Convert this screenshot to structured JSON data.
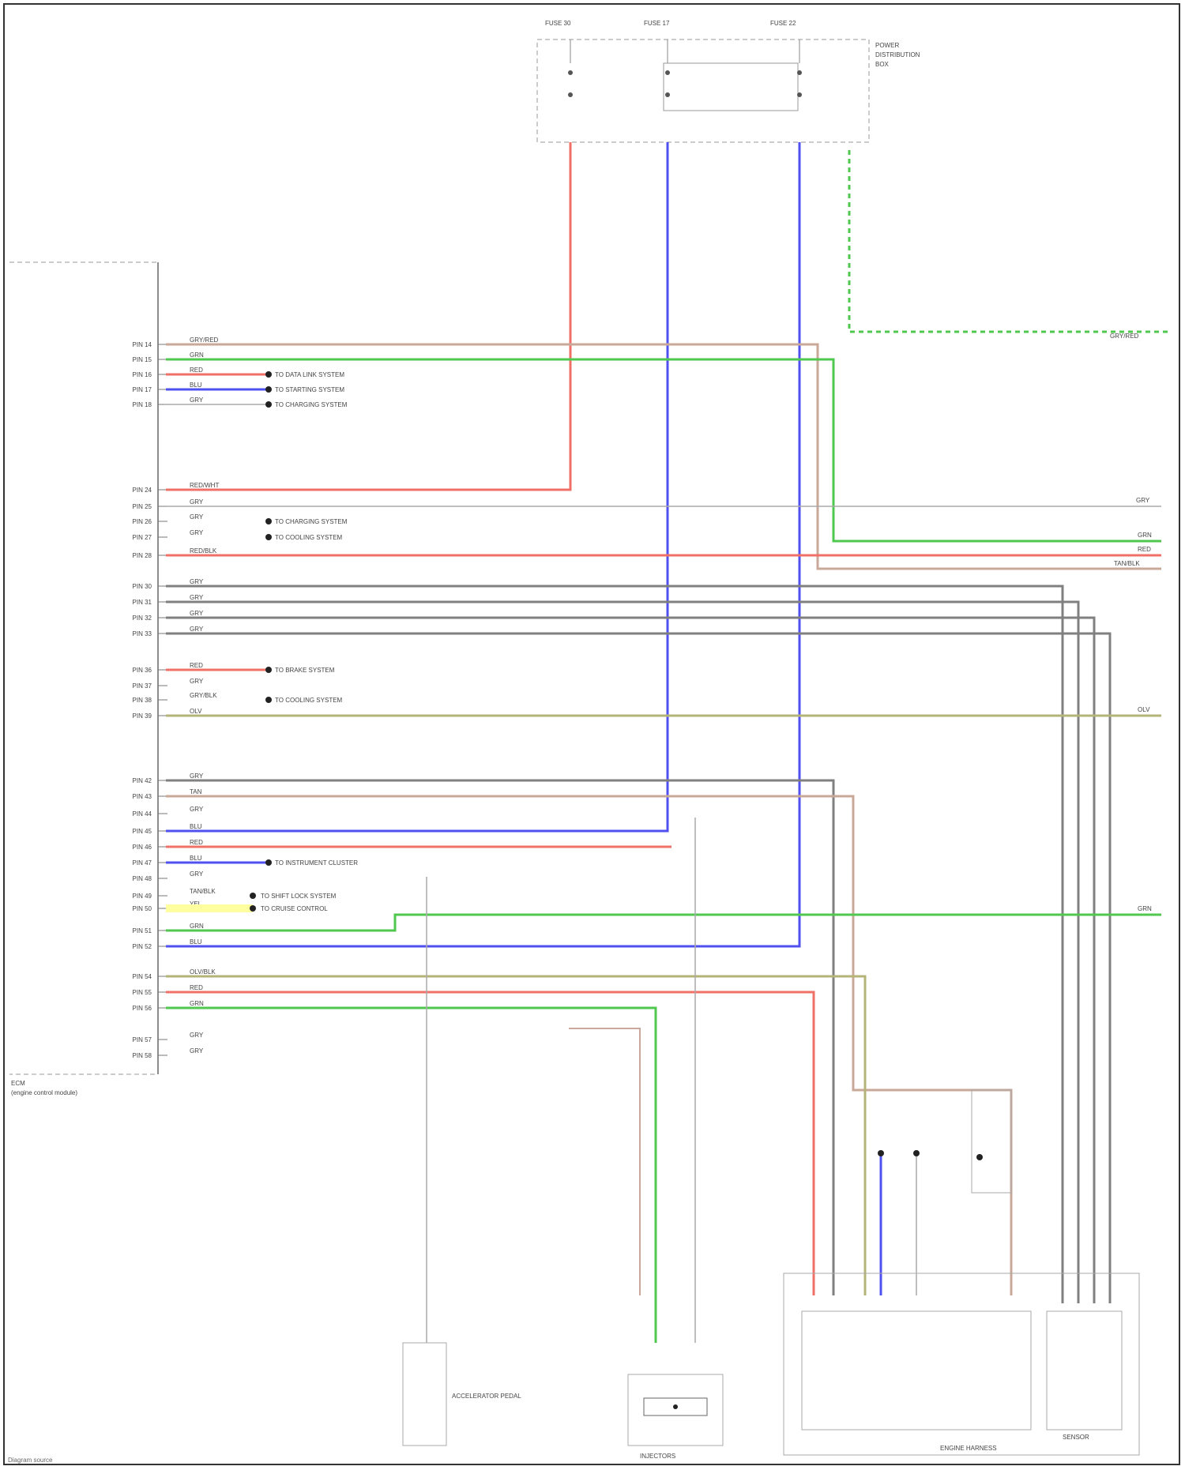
{
  "colors": {
    "red": "#f07068",
    "blue": "#5050f0",
    "green": "#50c850",
    "gray": "#808080",
    "tan": "#c8a898",
    "olive": "#b4b478",
    "yellow_highlight": "#ffffa0",
    "frame": "#333333"
  },
  "ground_symbol": "ground-symbol",
  "footer": {
    "credit": "Diagram source"
  },
  "module": {
    "box_label": [
      "ECM",
      "(engine control module)"
    ]
  },
  "fuse_block": {
    "tops": [
      "FUSE 30",
      "FUSE 17",
      "FUSE 22"
    ],
    "box_label": [
      "POWER",
      "DISTRIBUTION",
      "BOX"
    ]
  },
  "connectors": {
    "accelerator": "ACCELERATOR PEDAL",
    "injectors": "INJECTORS",
    "engine": "ENGINE HARNESS",
    "sensor": "SENSOR"
  },
  "pins": [
    {
      "label": "PIN 14",
      "wire": "GRY/RED"
    },
    {
      "label": "PIN 15",
      "wire": "GRN"
    },
    {
      "label": "PIN 16",
      "wire": "RED"
    },
    {
      "label": "PIN 17",
      "wire": "BLU"
    },
    {
      "label": "PIN 18",
      "wire": "GRY"
    },
    {
      "label": "PIN 24",
      "wire": "RED/WHT"
    },
    {
      "label": "PIN 25",
      "wire": "GRY"
    },
    {
      "label": "PIN 26",
      "wire": "GRY"
    },
    {
      "label": "PIN 27",
      "wire": "GRY"
    },
    {
      "label": "PIN 28",
      "wire": "RED/BLK"
    },
    {
      "label": "PIN 30",
      "wire": "GRY"
    },
    {
      "label": "PIN 31",
      "wire": "GRY"
    },
    {
      "label": "PIN 32",
      "wire": "GRY"
    },
    {
      "label": "PIN 33",
      "wire": "GRY"
    },
    {
      "label": "PIN 36",
      "wire": "RED"
    },
    {
      "label": "PIN 37",
      "wire": "GRY"
    },
    {
      "label": "PIN 38",
      "wire": "GRY/BLK"
    },
    {
      "label": "PIN 39",
      "wire": "OLV"
    },
    {
      "label": "PIN 42",
      "wire": "GRY"
    },
    {
      "label": "PIN 43",
      "wire": "TAN"
    },
    {
      "label": "PIN 44",
      "wire": "GRY"
    },
    {
      "label": "PIN 45",
      "wire": "BLU"
    },
    {
      "label": "PIN 46",
      "wire": "RED"
    },
    {
      "label": "PIN 47",
      "wire": "BLU"
    },
    {
      "label": "PIN 48",
      "wire": "GRY"
    },
    {
      "label": "PIN 49",
      "wire": "TAN/BLK"
    },
    {
      "label": "PIN 50",
      "wire": "YEL"
    },
    {
      "label": "PIN 51",
      "wire": "GRN"
    },
    {
      "label": "PIN 52",
      "wire": "BLU"
    },
    {
      "label": "PIN 54",
      "wire": "OLV/BLK"
    },
    {
      "label": "PIN 55",
      "wire": "RED"
    },
    {
      "label": "PIN 56",
      "wire": "GRN"
    },
    {
      "label": "PIN 57",
      "wire": "GRY"
    },
    {
      "label": "PIN 58",
      "wire": "GRY"
    }
  ],
  "notes": [
    "TO DATA LINK SYSTEM",
    "TO STARTING SYSTEM",
    "TO CHARGING SYSTEM",
    "TO CHARGING SYSTEM",
    "TO COOLING SYSTEM",
    "TO BRAKE SYSTEM",
    "TO COOLING SYSTEM",
    "TO INSTRUMENT CLUSTER",
    "TO CRUISE CONTROL",
    "TO SHIFT LOCK SYSTEM"
  ],
  "right_edge_labels": [
    "GRY/RED",
    "GRY",
    "GRN",
    "RED",
    "TAN/BLK",
    "OLV",
    "GRN"
  ]
}
